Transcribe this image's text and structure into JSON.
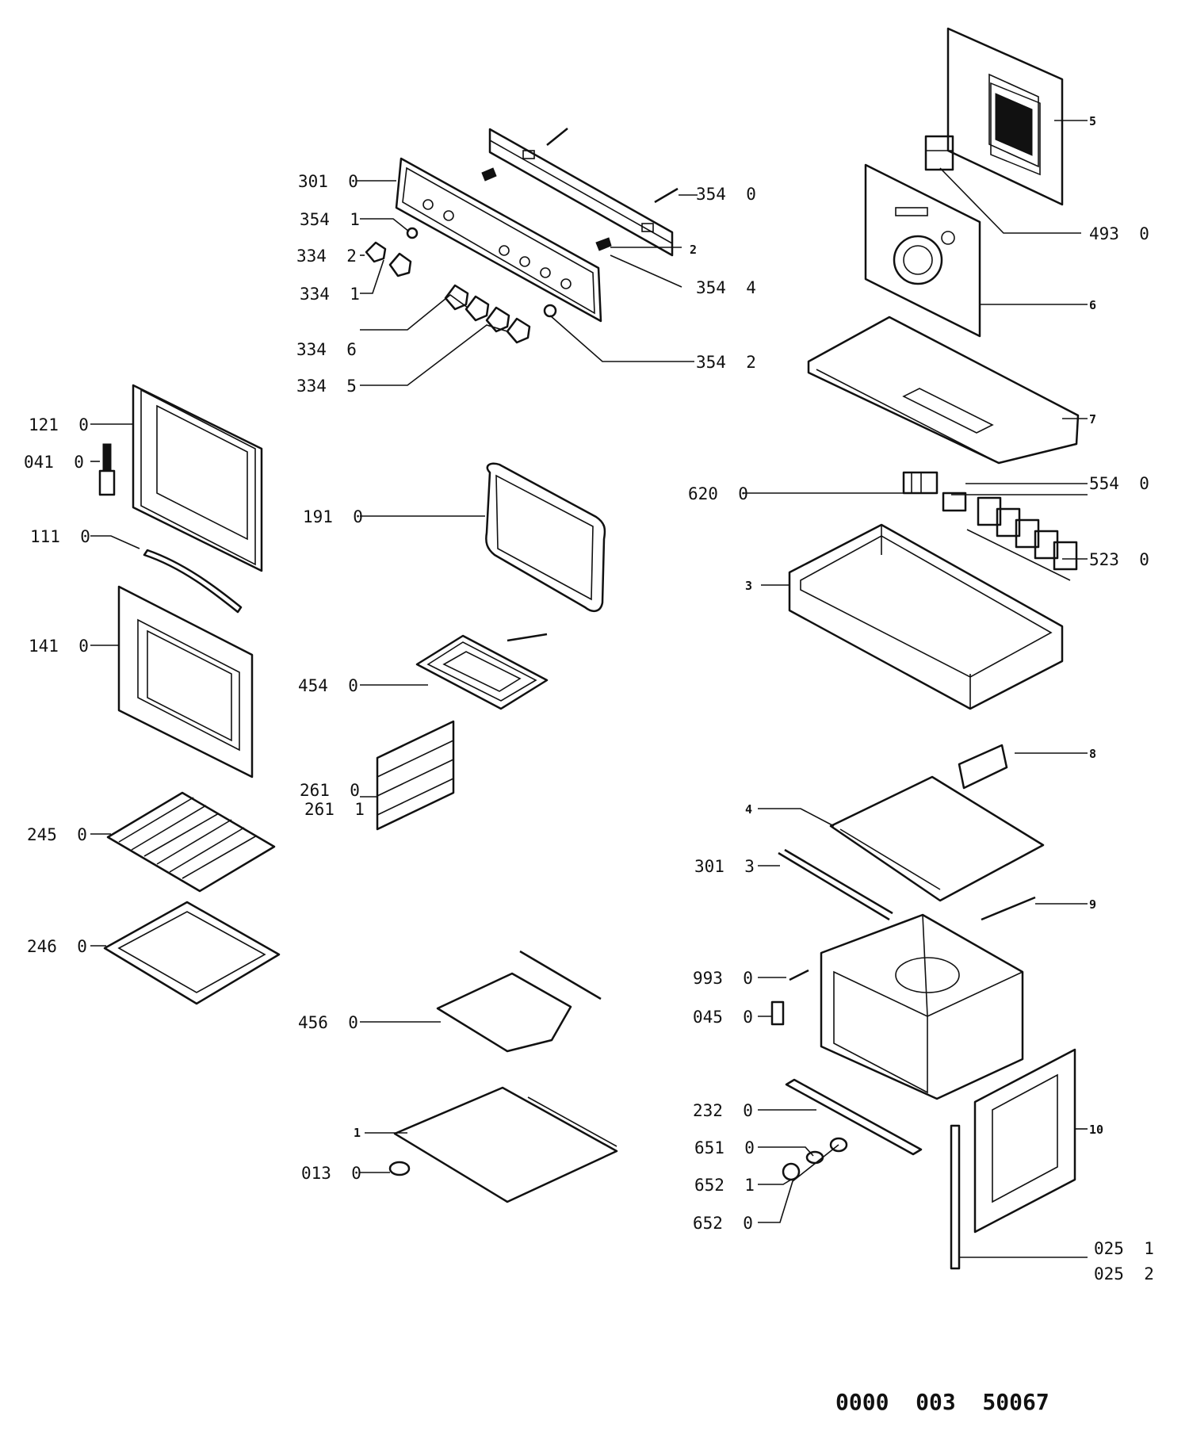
{
  "callouts": {
    "c_3010": "301  0",
    "c_3541": "354  1",
    "c_3342": "334  2",
    "c_3341": "334  1",
    "c_3346": "334  6",
    "c_3345": "334  5",
    "c_3540": "354  0",
    "c_3544": "354  4",
    "c_3542": "354  2",
    "c_2": "2",
    "c_5": "5",
    "c_4930": "493  0",
    "c_6": "6",
    "c_7": "7",
    "c_1210": "121  0",
    "c_0410": "041  0",
    "c_1110": "111  0",
    "c_1410": "141  0",
    "c_1910": "191  0",
    "c_4540": "454  0",
    "c_2610": "261  0",
    "c_2611": "261  1",
    "c_2450": "245  0",
    "c_2460": "246  0",
    "c_4560": "456  0",
    "c_1": "1",
    "c_0130": "013  0",
    "c_6200": "620  0",
    "c_5540": "554  0",
    "c_5230": "523  0",
    "c_3": "3",
    "c_8": "8",
    "c_4": "4",
    "c_3013": "301  3",
    "c_9": "9",
    "c_9930": "993  0",
    "c_0450": "045  0",
    "c_2320": "232  0",
    "c_6510": "651  0",
    "c_6521": "652  1",
    "c_6520": "652  0",
    "c_10": "10",
    "c_0251": "025  1",
    "c_0252": "025  2"
  },
  "document_number": "0000  003  50067"
}
